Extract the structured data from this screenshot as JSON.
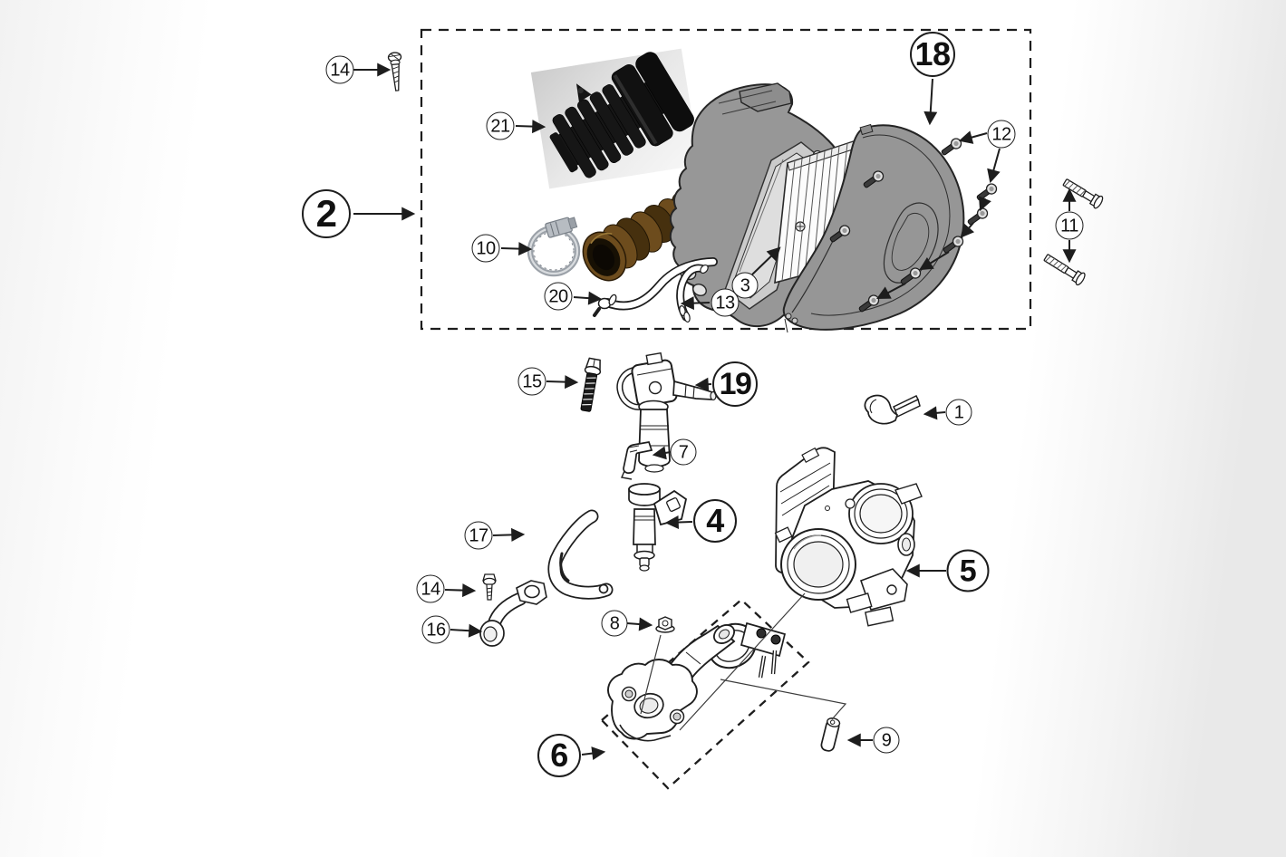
{
  "diagram": {
    "kind": "exploded-parts-diagram",
    "colors": {
      "line": "#1d1d1d",
      "case_gray": "#979797",
      "photo_background": "#dcdcdc",
      "duct_black": "#161616",
      "duct_brown": "#6d4c1d",
      "clamp_silver": "#9ba1a8"
    },
    "groups": [
      {
        "callout": "2",
        "style": "dashed-outline"
      },
      {
        "callout": "6",
        "style": "dashed-outline"
      }
    ],
    "callouts": [
      {
        "number": "14",
        "part": "tapping-screw",
        "emphasis": "normal"
      },
      {
        "number": "2",
        "part": "air-cleaner-assembly-group",
        "emphasis": "large"
      },
      {
        "number": "21",
        "part": "intake-bellows-duct-photo",
        "emphasis": "normal"
      },
      {
        "number": "10",
        "part": "hose-clamp-photo",
        "emphasis": "normal"
      },
      {
        "number": "20",
        "part": "vent-hose",
        "emphasis": "normal"
      },
      {
        "number": "13",
        "part": "drain-hose",
        "emphasis": "normal"
      },
      {
        "number": "3",
        "part": "air-filter-element",
        "emphasis": "normal"
      },
      {
        "number": "18",
        "part": "air-cleaner-cover",
        "emphasis": "large"
      },
      {
        "number": "12",
        "part": "cover-screw-set",
        "emphasis": "normal"
      },
      {
        "number": "11",
        "part": "mounting-bolt-pair",
        "emphasis": "normal"
      },
      {
        "number": "15",
        "part": "flange-bolt",
        "emphasis": "normal"
      },
      {
        "number": "19",
        "part": "pressure-regulator-valve",
        "emphasis": "large"
      },
      {
        "number": "7",
        "part": "retaining-clip",
        "emphasis": "normal"
      },
      {
        "number": "4",
        "part": "fuel-injector",
        "emphasis": "large"
      },
      {
        "number": "1",
        "part": "spring-clip",
        "emphasis": "normal"
      },
      {
        "number": "5",
        "part": "throttle-body",
        "emphasis": "large"
      },
      {
        "number": "17",
        "part": "support-stay",
        "emphasis": "normal"
      },
      {
        "number": "14",
        "part": "flange-screw",
        "emphasis": "normal"
      },
      {
        "number": "16",
        "part": "support-bracket",
        "emphasis": "normal"
      },
      {
        "number": "8",
        "part": "flange-nut",
        "emphasis": "normal"
      },
      {
        "number": "6",
        "part": "intake-manifold-group",
        "emphasis": "large"
      },
      {
        "number": "9",
        "part": "spacer-pin",
        "emphasis": "normal"
      }
    ]
  }
}
